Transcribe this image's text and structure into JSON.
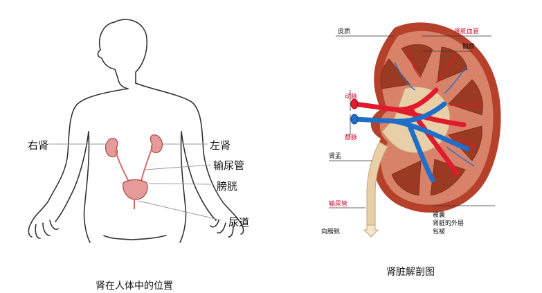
{
  "left_diagram": {
    "labels": {
      "right_kidney": "右肾",
      "left_kidney": "左肾",
      "ureter": "输尿管",
      "bladder": "膀胱",
      "urethra": "尿道"
    },
    "caption": "肾在人体中的位置"
  },
  "right_diagram": {
    "labels": {
      "cortex": "皮质",
      "renal_vessels": "肾脏血管",
      "medulla": "髓质",
      "artery": "动脉",
      "vein": "静脉",
      "renal_pelvis": "肾盂",
      "ureter": "输尿管",
      "to_bladder": "向膀胱",
      "capsule": "被囊",
      "capsule_desc_1": "肾脏的外层",
      "capsule_desc_2": "包被"
    },
    "caption": "肾脏解剖图"
  },
  "colors": {
    "kidney_outer": "#b5412b",
    "kidney_cortex": "#d9826a",
    "medulla_pyramid": "#9a3a22",
    "artery": "#e01b2c",
    "vein": "#1f6fc9",
    "pelvis": "#e9cfa8",
    "organ_pink": "#e79a9a"
  }
}
